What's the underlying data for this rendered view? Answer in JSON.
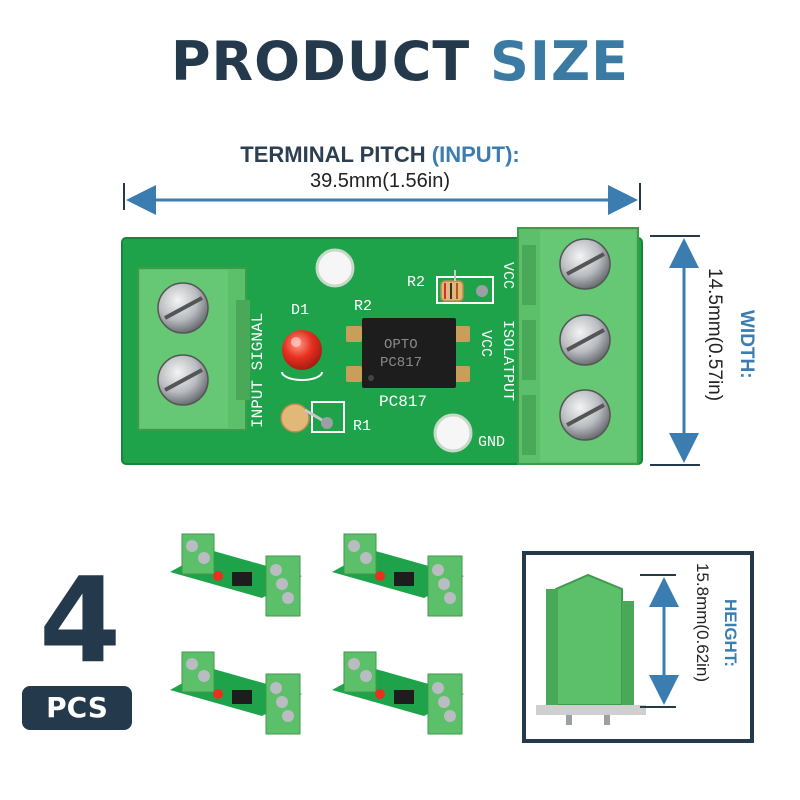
{
  "title": {
    "part1": "PRODUCT",
    "part2": "SIZE"
  },
  "pitch": {
    "label_part1": "TERMINAL PITCH",
    "label_part2": "(INPUT):",
    "value": "39.5mm(1.56in)"
  },
  "width": {
    "label": "WIDTH:",
    "value": "14.5mm(0.57in)"
  },
  "height": {
    "label": "HEIGHT:",
    "value": "15.8mm(0.62in)"
  },
  "quantity": {
    "number": "4",
    "unit": "PCS"
  },
  "board": {
    "input_signal": "INPUT SIGNAL",
    "d1": "D1",
    "r1": "R1",
    "r2_top": "R2",
    "r2_mid": "R2",
    "chip_line1": "OPTO",
    "chip_line2": "PC817",
    "chip_label": "PC817",
    "vcc_top": "VCC",
    "vcc_mid": "VCC",
    "isolatput": "ISOLATPUT",
    "gnd": "GND"
  },
  "colors": {
    "dark_navy": "#243a4c",
    "accent_blue": "#3a7aa3",
    "pcb_green": "#1fa34a",
    "terminal_green": "#5cbf6a",
    "arrow_blue": "#3b7db0"
  }
}
